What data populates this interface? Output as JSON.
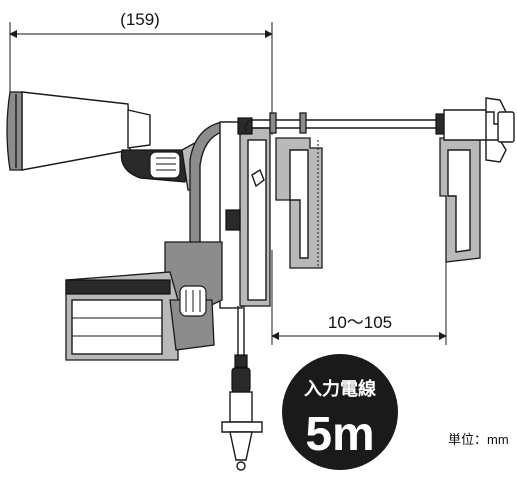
{
  "dimensions": {
    "width_label": "(159)",
    "depth_label": "10～105"
  },
  "badge": {
    "line1": "入力電線",
    "line2": "5m",
    "color": "#1a1a1a"
  },
  "unit_note": "単位：mm"
}
